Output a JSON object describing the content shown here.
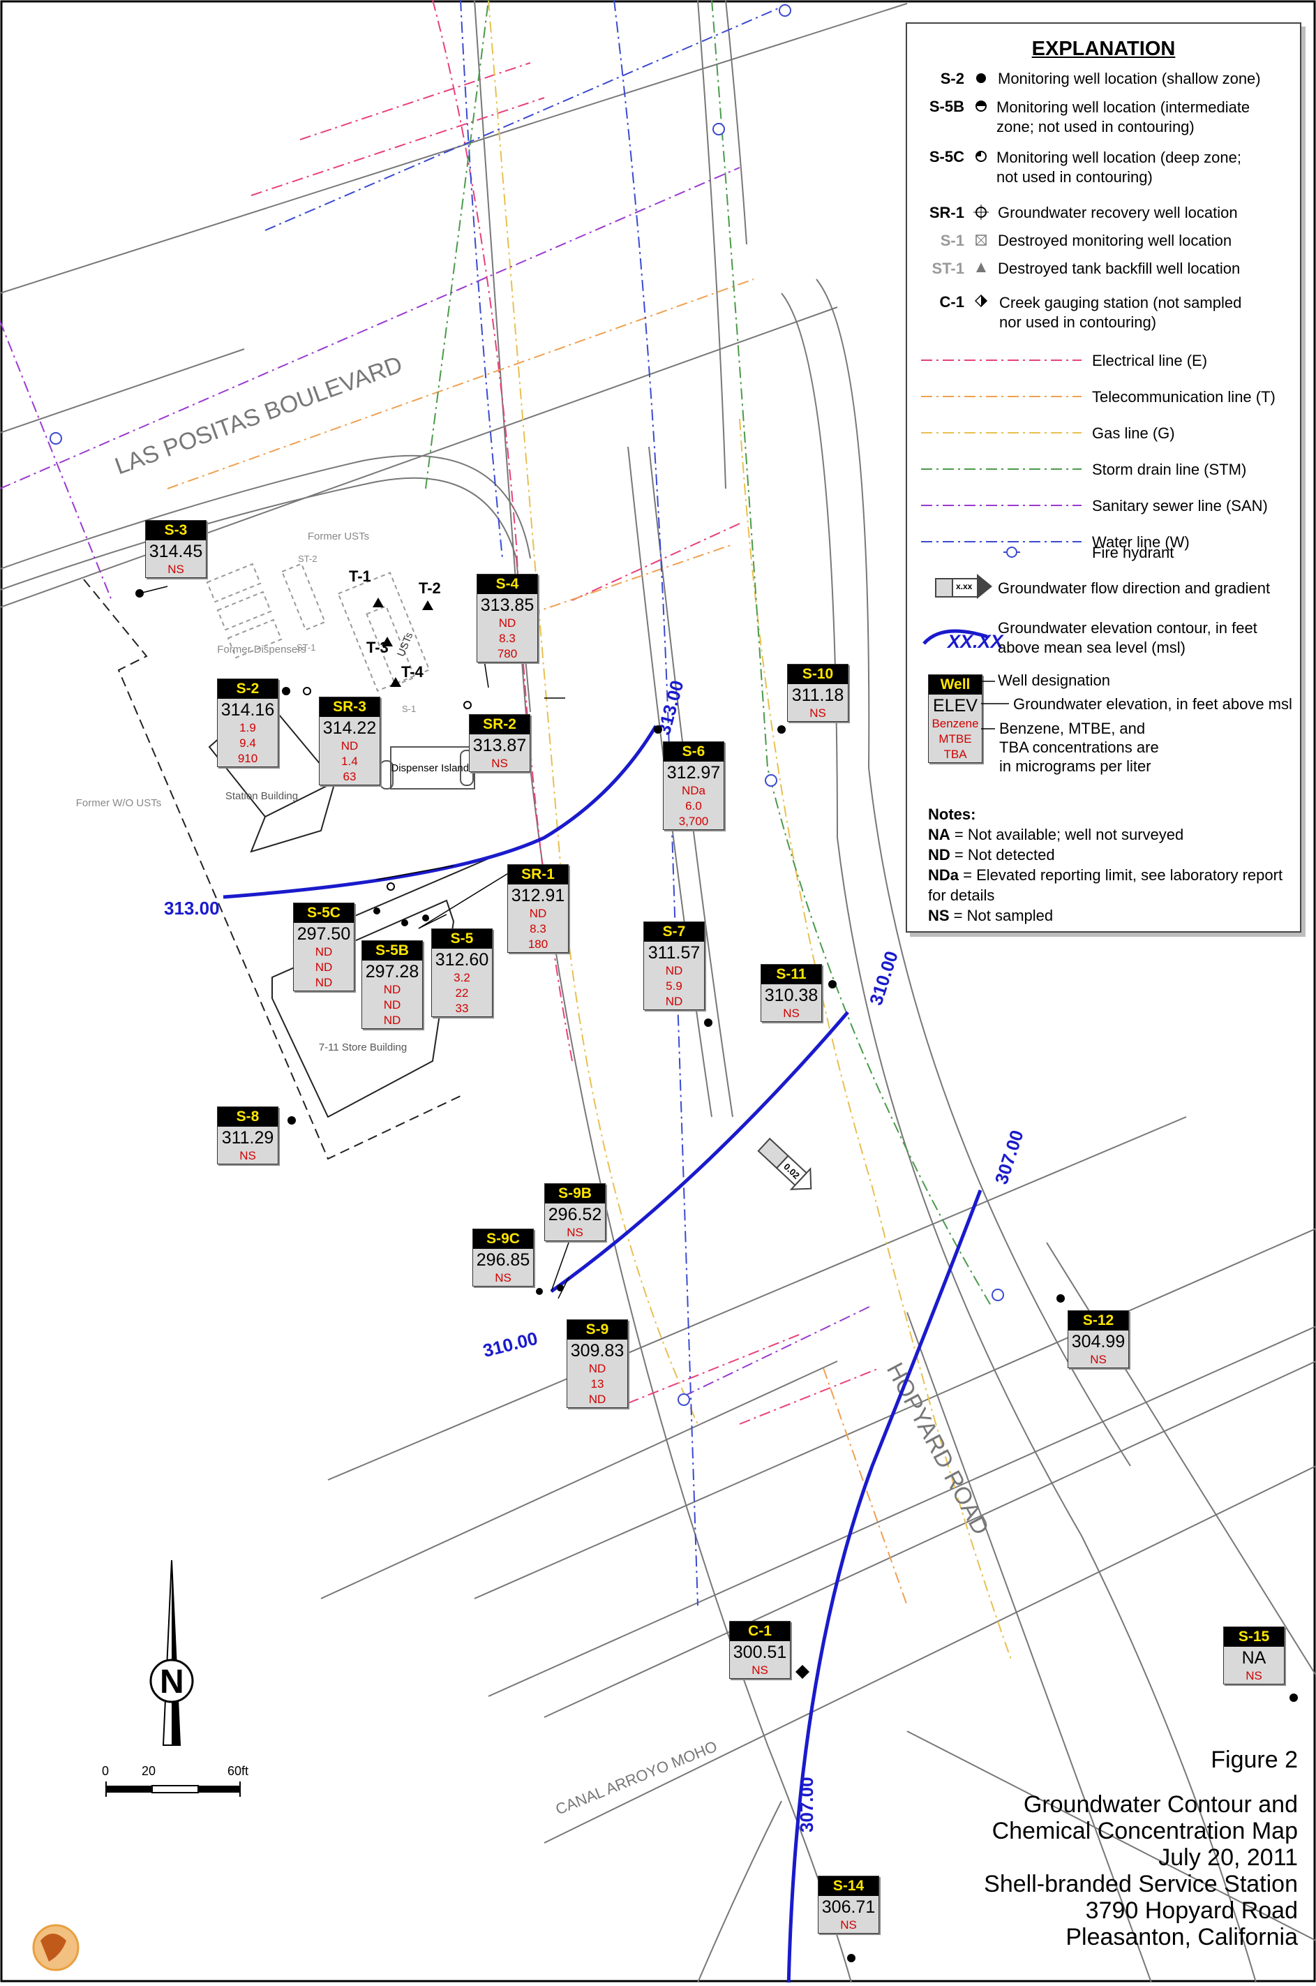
{
  "map": {
    "streets": [
      "LAS POSITAS BOULEVARD",
      "HOPYARD ROAD",
      "CANAL ARROYO MOHO"
    ],
    "features": {
      "former_usts": "Former USTs",
      "former_dispensers": "Former Dispensers",
      "usts": "USTs",
      "station_building": "Station Building",
      "dispenser_islands": "Dispenser Islands",
      "store_building": "7-11 Store Building",
      "former_wo_usts": "Former W/O USTs"
    },
    "tank_wells": [
      "T-1",
      "T-2",
      "T-3",
      "T-4"
    ],
    "destroyed_wells": [
      "ST-1",
      "ST-2",
      "S-1"
    ],
    "flow_gradient": "0.02",
    "contours": [
      "313.00",
      "313.00",
      "310.00",
      "310.00",
      "307.00",
      "307.00"
    ]
  },
  "wells": [
    {
      "id": "S-3",
      "elev": "314.45",
      "conc": [
        "NS"
      ]
    },
    {
      "id": "S-4",
      "elev": "313.85",
      "conc": [
        "ND",
        "8.3",
        "780"
      ]
    },
    {
      "id": "S-2",
      "elev": "314.16",
      "conc": [
        "1.9",
        "9.4",
        "910"
      ]
    },
    {
      "id": "SR-3",
      "elev": "314.22",
      "conc": [
        "ND",
        "1.4",
        "63"
      ]
    },
    {
      "id": "SR-2",
      "elev": "313.87",
      "conc": [
        "NS"
      ]
    },
    {
      "id": "S-10",
      "elev": "311.18",
      "conc": [
        "NS"
      ]
    },
    {
      "id": "S-6",
      "elev": "312.97",
      "conc": [
        "NDa",
        "6.0",
        "3,700"
      ]
    },
    {
      "id": "SR-1",
      "elev": "312.91",
      "conc": [
        "ND",
        "8.3",
        "180"
      ]
    },
    {
      "id": "S-5C",
      "elev": "297.50",
      "conc": [
        "ND",
        "ND",
        "ND"
      ]
    },
    {
      "id": "S-5B",
      "elev": "297.28",
      "conc": [
        "ND",
        "ND",
        "ND"
      ]
    },
    {
      "id": "S-5",
      "elev": "312.60",
      "conc": [
        "3.2",
        "22",
        "33"
      ]
    },
    {
      "id": "S-7",
      "elev": "311.57",
      "conc": [
        "ND",
        "5.9",
        "ND"
      ]
    },
    {
      "id": "S-11",
      "elev": "310.38",
      "conc": [
        "NS"
      ]
    },
    {
      "id": "S-8",
      "elev": "311.29",
      "conc": [
        "NS"
      ]
    },
    {
      "id": "S-9B",
      "elev": "296.52",
      "conc": [
        "NS"
      ]
    },
    {
      "id": "S-9C",
      "elev": "296.85",
      "conc": [
        "NS"
      ]
    },
    {
      "id": "S-9",
      "elev": "309.83",
      "conc": [
        "ND",
        "13",
        "ND"
      ]
    },
    {
      "id": "S-12",
      "elev": "304.99",
      "conc": [
        "NS"
      ]
    },
    {
      "id": "C-1",
      "elev": "300.51",
      "conc": [
        "NS"
      ]
    },
    {
      "id": "S-15",
      "elev": "NA",
      "conc": [
        "NS"
      ]
    },
    {
      "id": "S-14",
      "elev": "306.71",
      "conc": [
        "NS"
      ]
    }
  ],
  "legend": {
    "title": "EXPLANATION",
    "symbols": [
      {
        "key": "S-2",
        "text": "Monitoring well location (shallow zone)",
        "icon": "filled-circle-icon"
      },
      {
        "key": "S-5B",
        "text": "Monitoring well location (intermediate zone; not used in contouring)",
        "icon": "half-circle-icon"
      },
      {
        "key": "S-5C",
        "text": "Monitoring well location (deep zone; not used in contouring)",
        "icon": "quarter-circle-icon"
      },
      {
        "key": "SR-1",
        "text": "Groundwater recovery well location",
        "icon": "crosshair-circle-icon"
      },
      {
        "key": "S-1",
        "text": "Destroyed monitoring well location",
        "icon": "x-box-icon"
      },
      {
        "key": "ST-1",
        "text": "Destroyed tank backfill well location",
        "icon": "triangle-icon"
      },
      {
        "key": "C-1",
        "text": "Creek gauging station (not sampled nor used in contouring)",
        "icon": "diamond-icon"
      }
    ],
    "utility_lines": [
      {
        "text": "Electrical line (E)",
        "color": "#e8407a"
      },
      {
        "text": "Telecommunication line (T)",
        "color": "#f0a050"
      },
      {
        "text": "Gas line (G)",
        "color": "#e8c050"
      },
      {
        "text": "Storm drain line (STM)",
        "color": "#4a9a4a"
      },
      {
        "text": "Sanitary sewer line (SAN)",
        "color": "#9a3ad0"
      },
      {
        "text": "Water line (W)",
        "color": "#3a4ad0"
      }
    ],
    "fire_hydrant": "Fire hydrant",
    "flow": "Groundwater flow direction and gradient",
    "flow_sample": "x.xx",
    "contour_sample": "XX.XX",
    "contour": "Groundwater elevation contour, in feet above mean sea level (msl)",
    "box": {
      "hdr": "Well",
      "elev": "ELEV",
      "chems": [
        "Benzene",
        "MTBE",
        "TBA"
      ]
    },
    "box_desc": [
      "Well designation",
      "Groundwater elevation, in feet above msl",
      "Benzene, MTBE, and TBA concentrations are in micrograms per liter"
    ],
    "notes_title": "Notes:",
    "notes": [
      {
        "k": "NA",
        "v": " = Not available; well not surveyed"
      },
      {
        "k": "ND",
        "v": " = Not detected"
      },
      {
        "k": "NDa",
        "v": " = Elevated reporting limit, see laboratory report for details"
      },
      {
        "k": "NS",
        "v": " = Not sampled"
      }
    ]
  },
  "scale": {
    "labels": [
      "0",
      "20",
      "60ft"
    ],
    "north": "N"
  },
  "figure": {
    "number": "Figure 2",
    "title_lines": [
      "Groundwater Contour and",
      "Chemical Concentration Map",
      "July 20, 2011",
      "Shell-branded Service Station",
      "3790 Hopyard Road",
      "Pleasanton, California"
    ]
  },
  "colors": {
    "contour": "#1a1acc",
    "chem": "#d00000",
    "label_bg": "#d9d9d9",
    "label_hdr": "#000000",
    "label_hdr_text": "#ffe600"
  }
}
